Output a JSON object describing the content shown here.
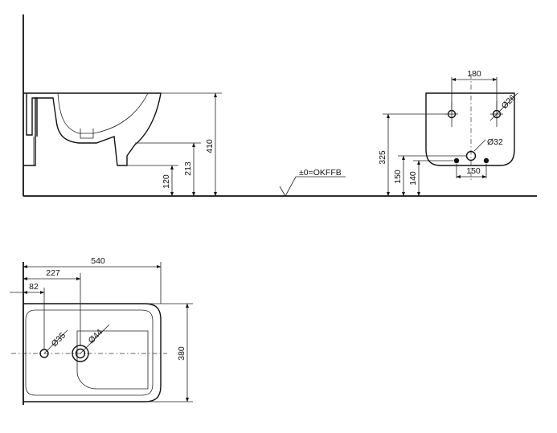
{
  "side_view": {
    "dim_height_total": "410",
    "dim_height_bottom": "213",
    "dim_height_floor": "120"
  },
  "floor_label": "±0=OKFFB",
  "rear_view": {
    "dim_hole_spacing": "180",
    "dim_hole_diameter": "Ø26",
    "dim_outlet_diameter": "Ø32",
    "dim_supply_spacing": "150",
    "dim_height_holes": "325",
    "dim_height_outlet": "150",
    "dim_height_supply": "140"
  },
  "top_view": {
    "dim_length": "540",
    "dim_tap_offset": "227",
    "dim_overflow_offset": "82",
    "dim_overflow_diameter": "Ø35",
    "dim_tap_diameter": "Ø44",
    "dim_width": "380"
  },
  "colors": {
    "line": "#111111",
    "background": "#ffffff"
  }
}
